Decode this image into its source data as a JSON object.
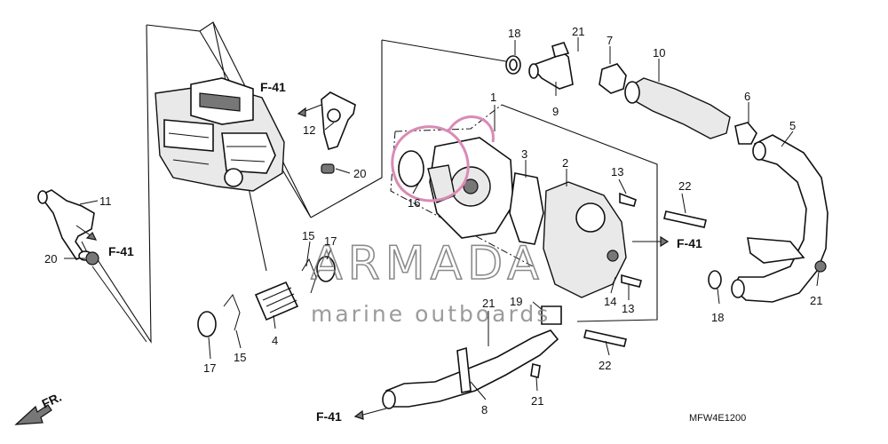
{
  "diagram": {
    "part_code": "MFW4E1200",
    "front_marker": "FR.",
    "watermark": {
      "title": "ARMADA",
      "subtitle": "marine outboards"
    },
    "references": [
      {
        "id": "ref-1",
        "text": "F-41"
      },
      {
        "id": "ref-2",
        "text": "F-41"
      },
      {
        "id": "ref-3",
        "text": "F-41"
      },
      {
        "id": "ref-4",
        "text": "F-41"
      }
    ],
    "callouts": [
      {
        "id": "c18a",
        "text": "18"
      },
      {
        "id": "c21a",
        "text": "21"
      },
      {
        "id": "c7",
        "text": "7"
      },
      {
        "id": "c10",
        "text": "10"
      },
      {
        "id": "c6",
        "text": "6"
      },
      {
        "id": "c5",
        "text": "5"
      },
      {
        "id": "c9",
        "text": "9"
      },
      {
        "id": "c1",
        "text": "1"
      },
      {
        "id": "c3",
        "text": "3"
      },
      {
        "id": "c2",
        "text": "2"
      },
      {
        "id": "c13a",
        "text": "13"
      },
      {
        "id": "c22a",
        "text": "22"
      },
      {
        "id": "c16",
        "text": "16"
      },
      {
        "id": "c12",
        "text": "12"
      },
      {
        "id": "c20a",
        "text": "20"
      },
      {
        "id": "c11",
        "text": "11"
      },
      {
        "id": "c20b",
        "text": "20"
      },
      {
        "id": "c15a",
        "text": "15"
      },
      {
        "id": "c17a",
        "text": "17"
      },
      {
        "id": "c21b",
        "text": "21"
      },
      {
        "id": "c19",
        "text": "19"
      },
      {
        "id": "c14",
        "text": "14"
      },
      {
        "id": "c13b",
        "text": "13"
      },
      {
        "id": "c18b",
        "text": "18"
      },
      {
        "id": "c21c",
        "text": "21"
      },
      {
        "id": "c4",
        "text": "4"
      },
      {
        "id": "c17b",
        "text": "17"
      },
      {
        "id": "c15b",
        "text": "15"
      },
      {
        "id": "c22b",
        "text": "22"
      },
      {
        "id": "c8",
        "text": "8"
      },
      {
        "id": "c21d",
        "text": "21"
      }
    ]
  }
}
